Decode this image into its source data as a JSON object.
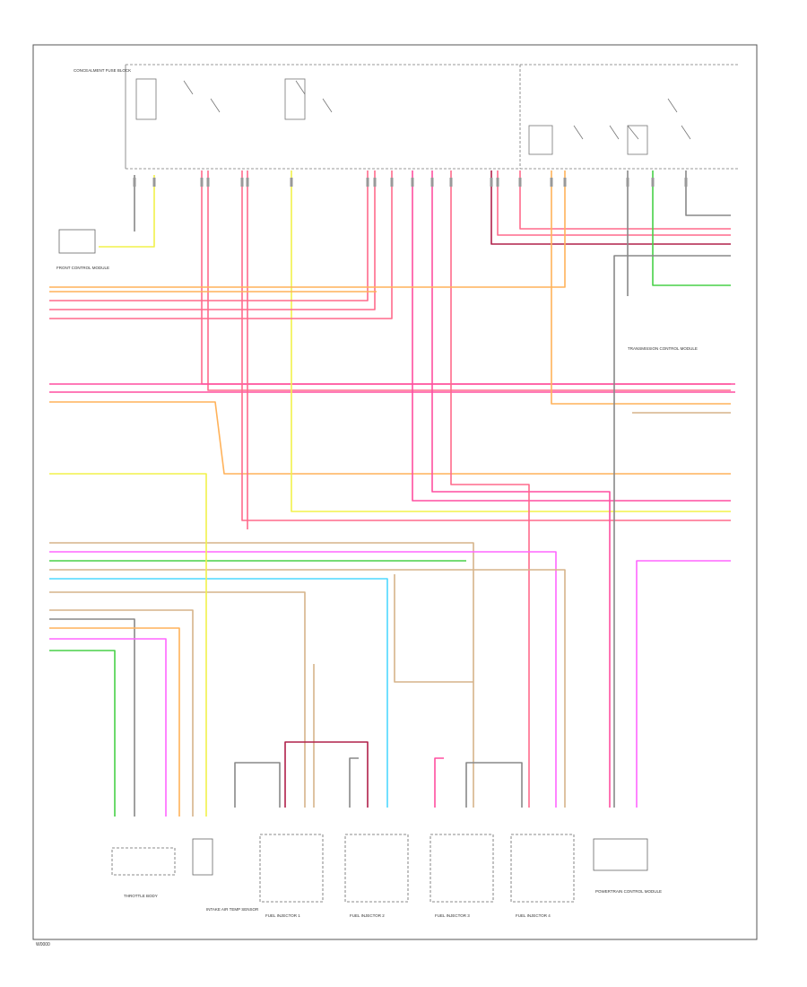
{
  "footer_code": "W0000",
  "components": [
    "CONCEALMENT FUSE BLOCK",
    "FRONT CONTROL MODULE",
    "TRANSMISSION CONTROL MODULE",
    "THROTTLE BODY",
    "INTAKE AIR TEMP SENSOR",
    "FUEL INJECTOR 1",
    "FUEL INJECTOR 2",
    "FUEL INJECTOR 3",
    "FUEL INJECTOR 4",
    "POWERTRAIN CONTROL MODULE"
  ],
  "wire_colors": {
    "red": "#ff6a8c",
    "pink": "#ff4fa0",
    "orange": "#ffb25a",
    "yellow": "#f2f24a",
    "green": "#48d048",
    "cyan": "#4ed8ff",
    "magenta": "#ff66ff",
    "violet": "#d7a6ff",
    "tan": "#d6b48a",
    "gray": "#888888",
    "darkred": "#b0204a"
  }
}
